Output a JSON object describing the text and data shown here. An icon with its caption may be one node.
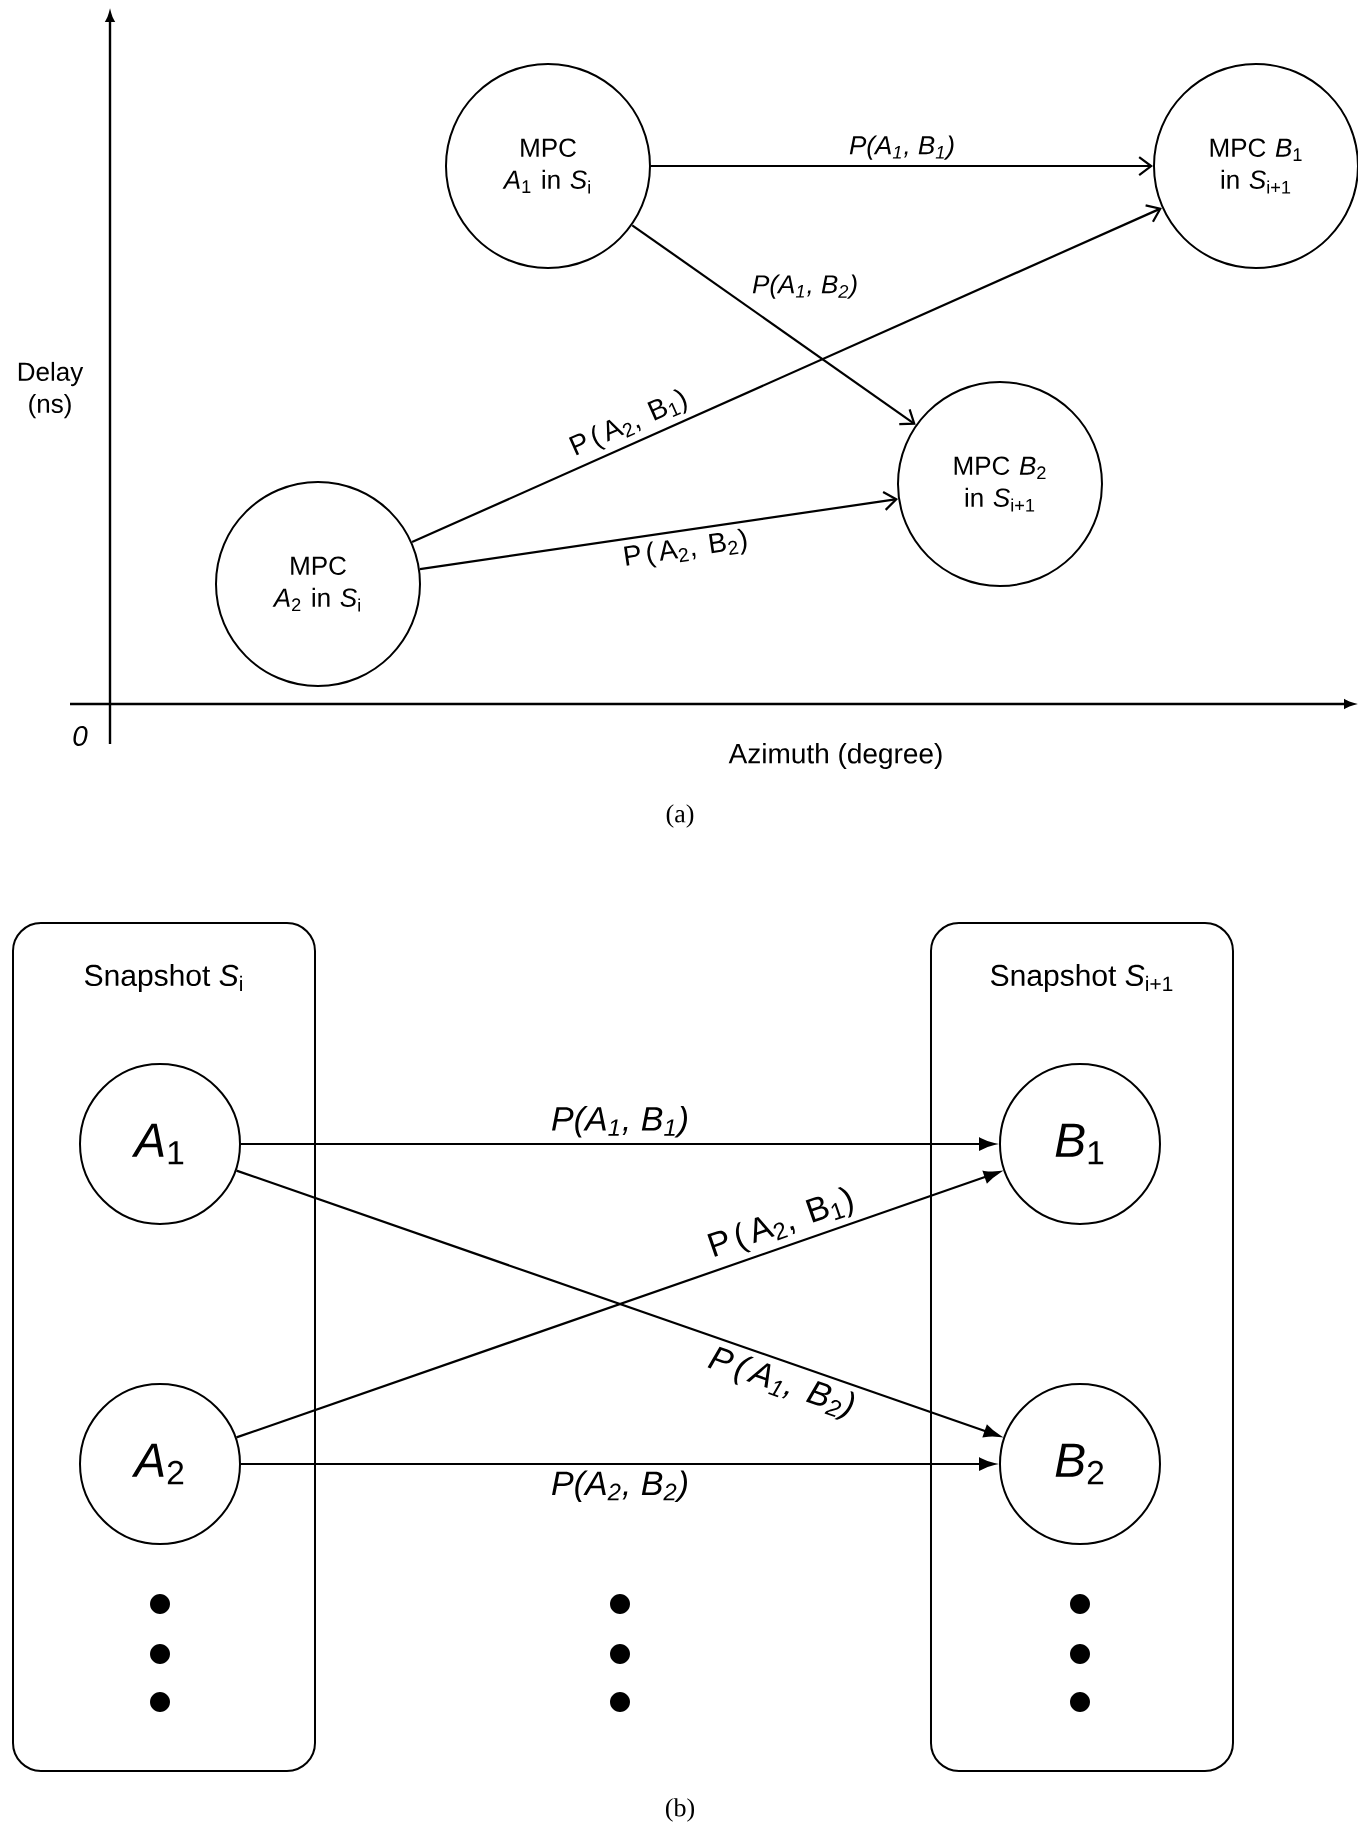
{
  "diagram": {
    "nodes": [
      {
        "text": [
          "MPC *A*$_{1}$ in *S*$_{i}$"
        ]
      },
      {
        "text": [
          "MPC *B*$_{1}$ in *S*$_{i+1}$"
        ]
      },
      {
        "text": [
          "MPC *B*$_{2}$ in *S*$_{i+1}$"
        ]
      },
      {
        "text": [
          "MPC *A*$_{2}$ in *S*$_{i}$"
        ]
      },
      {
        "text": [
          "Snapshot *S*$_{i}$"
        ]
      },
      {
        "text": [
          "*A*$_{1}$"
        ],
        "in": 4
      },
      {
        "text": [
          "*A*$_{2}$"
        ],
        "in": 4
      },
      {
        "text": [
          "Snapshot *S*$_{i+1}$"
        ]
      },
      {
        "text": [
          "*B*$_{1}$"
        ],
        "in": 7
      },
      {
        "text": [
          "*B*$_{2}$"
        ],
        "in": 7
      }
    ],
    "edges": [
      {
        "from": 0,
        "to": 1,
        "arrow": "to",
        "label": "P(A$_{1}$, B$_{1}$)"
      },
      {
        "from": 0,
        "to": 2,
        "arrow": "to",
        "label": "P(A$_{1}$, B$_{2}$)"
      },
      {
        "from": 3,
        "to": 1,
        "arrow": "to",
        "label": "P(A$_{2}$, B$_{1}$)"
      },
      {
        "from": 3,
        "to": 2,
        "arrow": "to",
        "label": "P(A$_{2}$, B$_{2}$)"
      },
      {
        "from": 5,
        "to": 8,
        "arrow": "to",
        "label": "P(A$_{1}$, B$_{1}$)"
      },
      {
        "from": 6,
        "to": 8,
        "arrow": "to",
        "label": "P(A$_{2}$, B$_{1}$)"
      },
      {
        "from": 5,
        "to": 9,
        "arrow": "to",
        "label": "P(A$_{1}$, B$_{2}$)"
      },
      {
        "from": 6,
        "to": 9,
        "arrow": "to",
        "label": "P(A$_{2}$, B$_{2}$)"
      }
    ],
    "labels": [
      "Delay (ns)",
      "0",
      "Azimuth (degree)",
      "(a)",
      "(b)"
    ]
  }
}
